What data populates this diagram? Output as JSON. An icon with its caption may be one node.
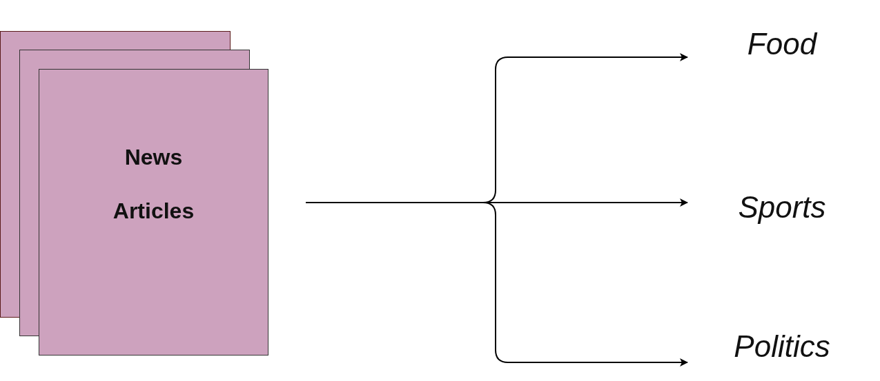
{
  "diagram": {
    "nodes": [
      {
        "text": [
          "News Articles"
        ]
      },
      {
        "text": [
          "Food"
        ]
      },
      {
        "text": [
          "Sports"
        ]
      },
      {
        "text": [
          "Politics"
        ]
      }
    ],
    "edges": [
      {
        "from": 0,
        "to": 1,
        "arrow": "to"
      },
      {
        "from": 0,
        "to": 2,
        "arrow": "to"
      },
      {
        "from": 0,
        "to": 3,
        "arrow": "to"
      }
    ]
  }
}
